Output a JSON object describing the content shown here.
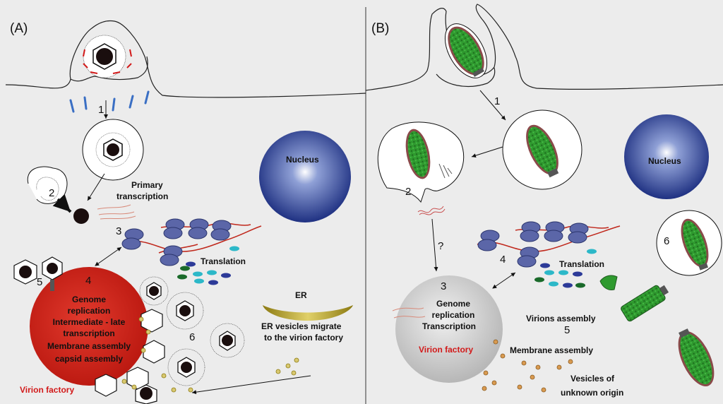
{
  "panels": {
    "a": {
      "tag": "(A)",
      "nucleus": "Nucleus",
      "primary_transcription": [
        "Primary",
        "transcription"
      ],
      "translation": "Translation",
      "factory_lines": [
        "Genome",
        "replication",
        "Intermediate - late",
        "transcription",
        "Membrane assembly",
        "capsid assembly"
      ],
      "virion_factory": "Virion factory",
      "er": "ER",
      "er_vesicles": [
        "ER vesicles migrate",
        "to the virion factory"
      ],
      "steps": [
        "1",
        "2",
        "3",
        "4",
        "5",
        "6"
      ]
    },
    "b": {
      "tag": "(B)",
      "nucleus": "Nucleus",
      "translation": "Translation",
      "factory_lines": [
        "Genome",
        "replication",
        "Transcription"
      ],
      "virion_factory": "Virion factory",
      "virions_assembly": "Virions assembly",
      "membrane_assembly": "Membrane assembly",
      "vesicles": [
        "Vesicles of",
        "unknown origin"
      ],
      "question": "?",
      "steps": [
        "1",
        "2",
        "3",
        "4",
        "5",
        "6"
      ]
    }
  },
  "colors": {
    "background": "#ececec",
    "nucleus": "#25388a",
    "factory_a": "#d0231b",
    "factory_b": "#c9c9c9",
    "ribosome": "#5b66a8",
    "mimivirus_capsid": "#2f9a2f",
    "er": "#c9b430",
    "label_red": "#d21a1a"
  }
}
